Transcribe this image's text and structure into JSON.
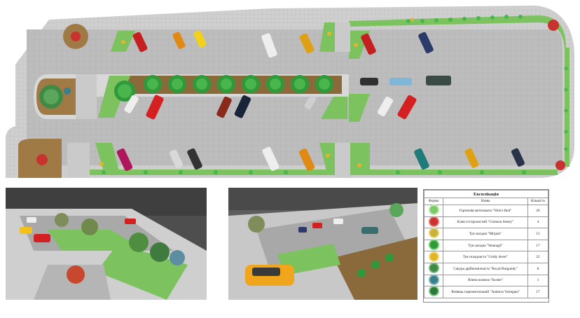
{
  "legend": {
    "title": "Експлікація",
    "columns": [
      "Форма",
      "Назва",
      "Кількість"
    ],
    "items": [
      {
        "name": "Гортензія метельчата \"Wim's Red\"",
        "qty": "26",
        "color": "#7bc96a",
        "ring": "#b9e8a8"
      },
      {
        "name": "Клен гостролистий \"Crimson Sentry\"",
        "qty": "4",
        "color": "#c8322f",
        "ring": "#e07770"
      },
      {
        "name": "Туя західна \"Mirjam\"",
        "qty": "15",
        "color": "#c9b23a",
        "ring": "#e6d47a"
      },
      {
        "name": "Туя західна \"Smaragd\"",
        "qty": "17",
        "color": "#2f9a3a",
        "ring": "#6ccf6e"
      },
      {
        "name": "Туя складчаста \"Goldy 4ever\"",
        "qty": "22",
        "color": "#e0b52a",
        "ring": "#f3dd7b"
      },
      {
        "name": "Сакура дрібнопилчаста \"Royal Burgundy\"",
        "qty": "8",
        "color": "#3f8a44",
        "ring": "#7db97f"
      },
      {
        "name": "Ялина колюча \"Koster\"",
        "qty": "1",
        "color": "#3b7f8a",
        "ring": "#7fb3bb"
      },
      {
        "name": "Ялівець горизонтальний \"Andorra Variegata\"",
        "qty": "17",
        "color": "#2a7a3a",
        "ring": "#8ec78f"
      }
    ]
  }
}
